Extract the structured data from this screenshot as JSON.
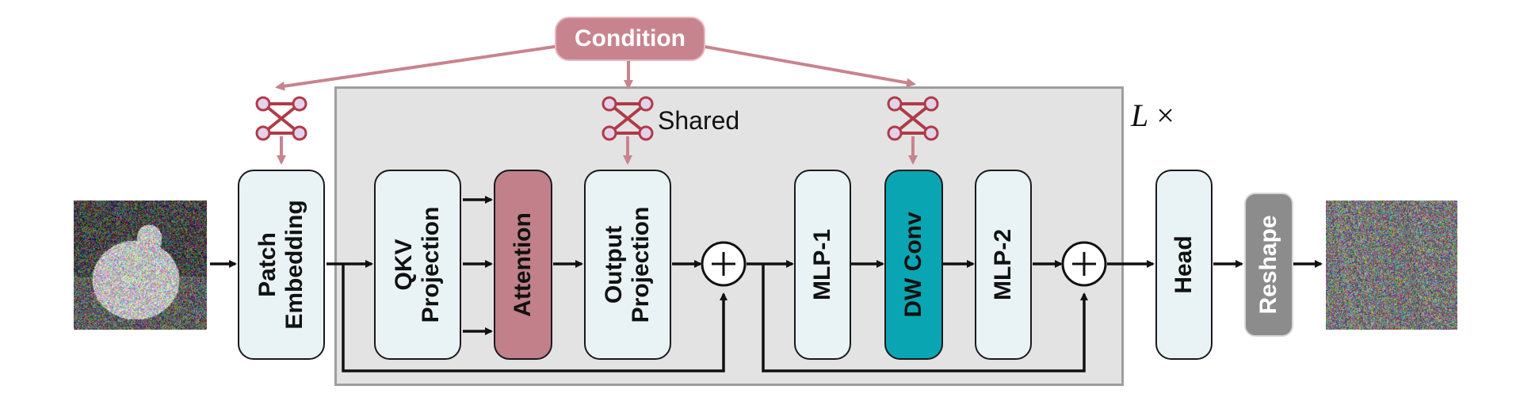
{
  "condition": {
    "label": "Condition"
  },
  "shared_label": "Shared",
  "repeat_label": {
    "symbol": "L",
    "times": "×"
  },
  "blocks": {
    "patch_embedding": [
      "Patch",
      "Embedding"
    ],
    "qkv_projection": [
      "QKV",
      "Projection"
    ],
    "attention": [
      "Attention"
    ],
    "output_projection": [
      "Output",
      "Projection"
    ],
    "mlp1": [
      "MLP-1"
    ],
    "dw_conv": [
      "DW Conv"
    ],
    "mlp2": [
      "MLP-2"
    ],
    "head": [
      "Head"
    ],
    "reshape": [
      "Reshape"
    ]
  },
  "colors": {
    "condition": "#c8848e",
    "condition_arrow": "#c8848e",
    "attention": "#c1808a",
    "dw_conv": "#0aa5b2",
    "block_fill": "#e9f3f5",
    "reshape": "#8c8c8c",
    "region": "#e3e3e3",
    "adapter_icon": "#b03a48"
  },
  "icons": [
    "adapter-icon",
    "sum-icon",
    "noisy-image",
    "noise-output-image"
  ]
}
